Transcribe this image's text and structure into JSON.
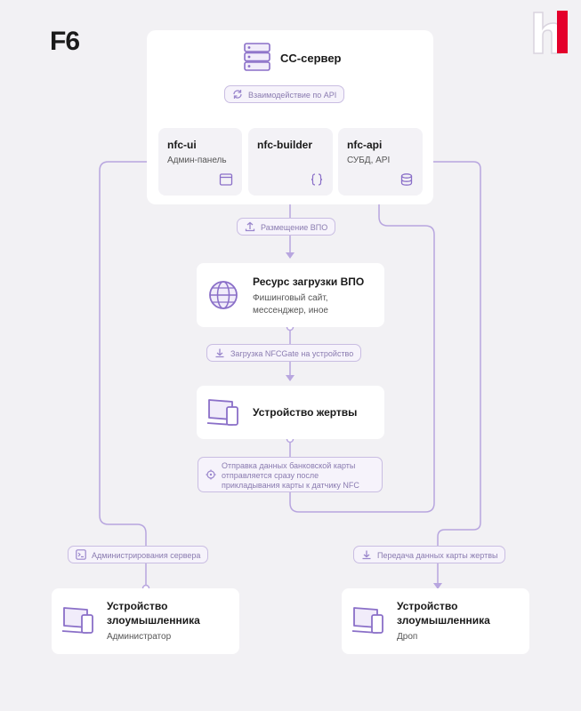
{
  "brand": {
    "name": "F6"
  },
  "server": {
    "title": "CC-сервер",
    "api_label": "Взаимодействие по API",
    "modules": [
      {
        "name": "nfc-ui",
        "desc": "Админ-панель",
        "icon": "browser-window-icon"
      },
      {
        "name": "nfc-builder",
        "desc": "",
        "icon": "code-braces-icon"
      },
      {
        "name": "nfc-api",
        "desc": "СУБД, API",
        "icon": "database-icon"
      }
    ]
  },
  "steps": {
    "upload_label": "Размещение ВПО",
    "resource": {
      "title": "Ресурс загрузки ВПО",
      "desc": "Фишинговый сайт, мессенджер, иное"
    },
    "download_label": "Загрузка NFCGate на устройство",
    "victim": {
      "title": "Устройство жертвы"
    },
    "send_label": "Отправка данных банковской карты отправляется сразу после прикладывания карты к датчику NFC",
    "admin_label": "Администрирования сервера",
    "transfer_label": "Передача данных карты жертвы"
  },
  "attackers": [
    {
      "title": "Устройство злоумышленника",
      "role": "Администратор"
    },
    {
      "title": "Устройство злоумышленника",
      "role": "Дроп"
    }
  ],
  "colors": {
    "accent": "#a590d2",
    "logo_red": "#e4002b"
  }
}
